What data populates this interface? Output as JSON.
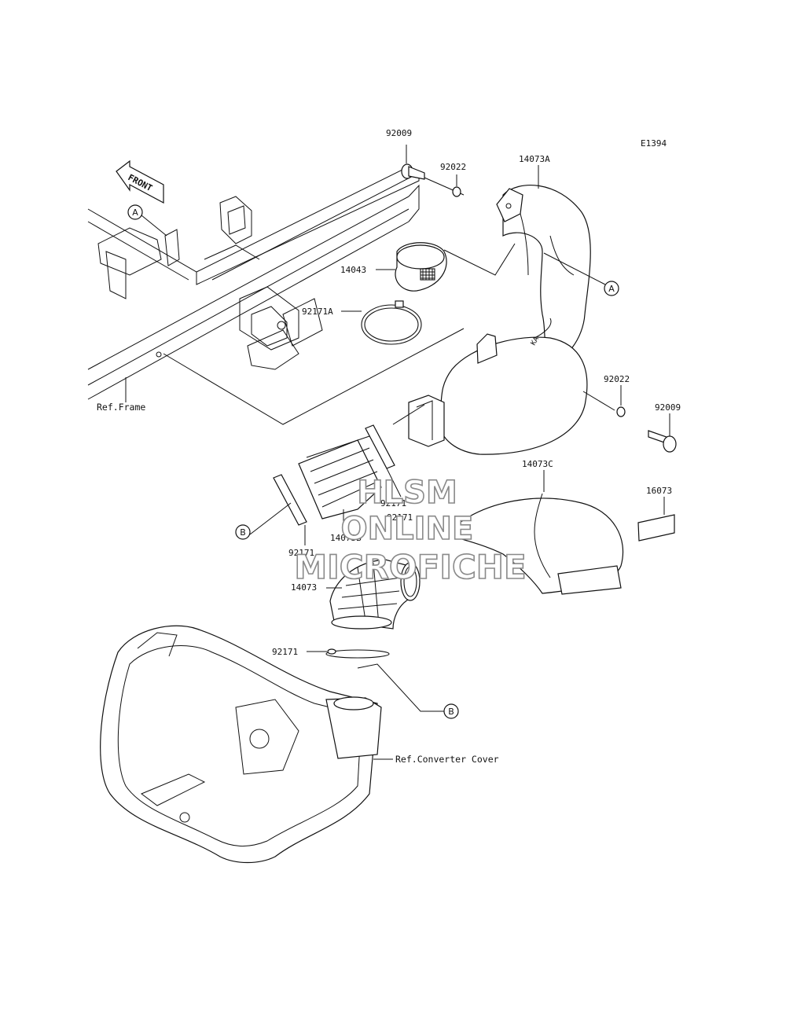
{
  "diagram": {
    "code": "E1394",
    "front_label": "FRONT",
    "parts": {
      "p92009_top": "92009",
      "p92022_top": "92022",
      "p14073A": "14073A",
      "p14043": "14043",
      "p92171A": "92171A",
      "p92022_right": "92022",
      "p92009_right": "92009",
      "p14073C": "14073C",
      "p16073": "16073",
      "p92171_mid1": "92171",
      "p92171_mid2": "92171",
      "p14073B": "14073B",
      "p92171_left": "92171",
      "p14073": "14073",
      "p92171_low": "92171"
    },
    "refs": {
      "frame": "Ref.Frame",
      "converter": "Ref.Converter Cover"
    },
    "callouts": {
      "A1": "A",
      "A2": "A",
      "B1": "B",
      "B2": "B"
    }
  },
  "watermark": {
    "line1": "HLSM",
    "line2": "ONLINE",
    "line3": "MICROFICHE"
  }
}
